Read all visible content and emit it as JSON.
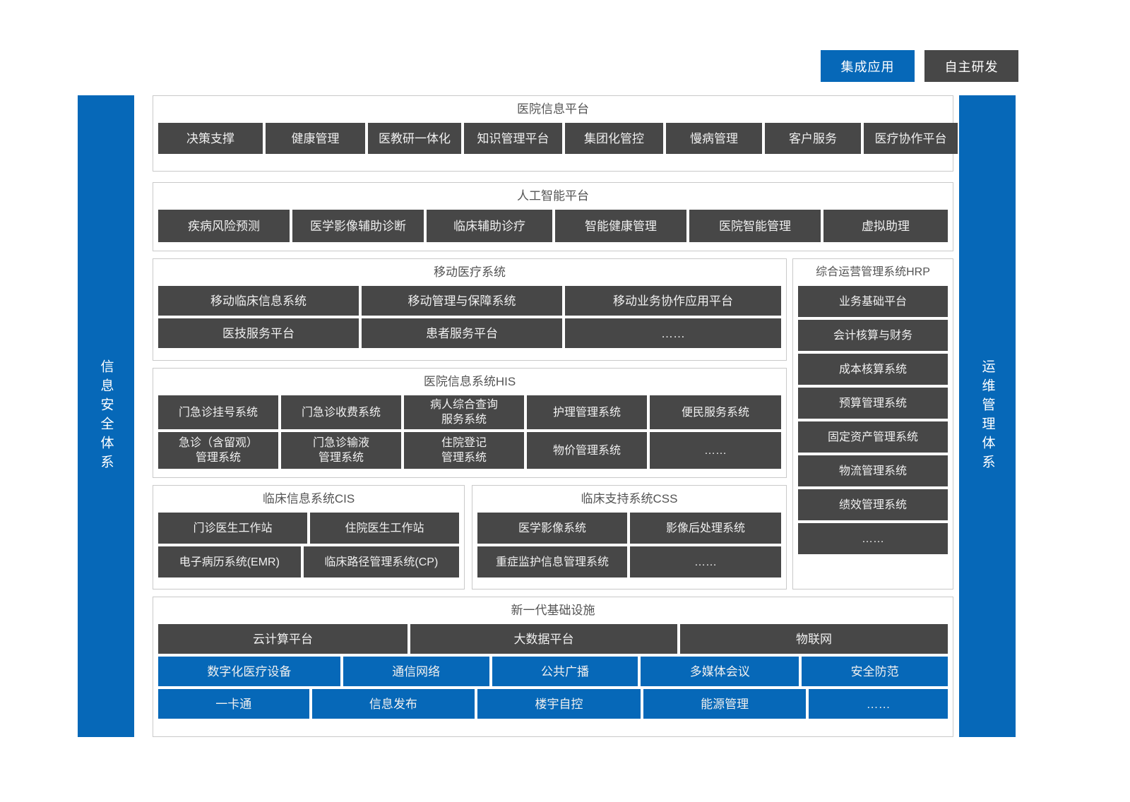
{
  "legend": {
    "items": [
      {
        "label": "集成应用",
        "color": "#0668b8",
        "kind": "integrated-application"
      },
      {
        "label": "自主研发",
        "color": "#474747",
        "kind": "self-developed"
      }
    ]
  },
  "sidebars": {
    "left": {
      "label": "信息安全体系",
      "color": "#0668b8"
    },
    "right": {
      "label": "运维管理体系",
      "color": "#0668b8"
    }
  },
  "ellipsis": "……",
  "panels": {
    "hospital_information_platform": {
      "title": "医院信息平台",
      "items": [
        "决策支撑",
        "健康管理",
        "医教研一体化",
        "知识管理平台",
        "集团化管控",
        "慢病管理",
        "客户服务",
        "医疗协作平台"
      ]
    },
    "ai_platform": {
      "title": "人工智能平台",
      "items": [
        "疾病风险预测",
        "医学影像辅助诊断",
        "临床辅助诊疗",
        "智能健康管理",
        "医院智能管理",
        "虚拟助理"
      ]
    },
    "mobile_medical_system": {
      "title": "移动医疗系统",
      "row1": [
        "移动临床信息系统",
        "移动管理与保障系统",
        "移动业务协作应用平台"
      ],
      "row2": [
        "医技服务平台",
        "患者服务平台",
        "……"
      ]
    },
    "his": {
      "title": "医院信息系统HIS",
      "row1": [
        "门急诊挂号系统",
        "门急诊收费系统",
        "病人综合查询\n服务系统",
        "护理管理系统",
        "便民服务系统"
      ],
      "row2": [
        "急诊（含留观）\n管理系统",
        "门急诊输液\n管理系统",
        "住院登记\n管理系统",
        "物价管理系统",
        "……"
      ]
    },
    "cis": {
      "title": "临床信息系统CIS",
      "row1": [
        "门诊医生工作站",
        "住院医生工作站"
      ],
      "row2": [
        "电子病历系统(EMR)",
        "临床路径管理系统(CP)"
      ]
    },
    "css": {
      "title": "临床支持系统CSS",
      "row1": [
        "医学影像系统",
        "影像后处理系统"
      ],
      "row2": [
        "重症监护信息管理系统",
        "……"
      ]
    },
    "hrp": {
      "title": "综合运营管理系统HRP",
      "items": [
        "业务基础平台",
        "会计核算与财务",
        "成本核算系统",
        "预算管理系统",
        "固定资产管理系统",
        "物流管理系统",
        "绩效管理系统",
        "……"
      ]
    },
    "infrastructure": {
      "title": "新一代基础设施",
      "row1": [
        "云计算平台",
        "大数据平台",
        "物联网"
      ],
      "row2": [
        "数字化医疗设备",
        "通信网络",
        "公共广播",
        "多媒体会议",
        "安全防范"
      ],
      "row3": [
        "一卡通",
        "信息发布",
        "楼宇自控",
        "能源管理",
        "……"
      ]
    }
  }
}
